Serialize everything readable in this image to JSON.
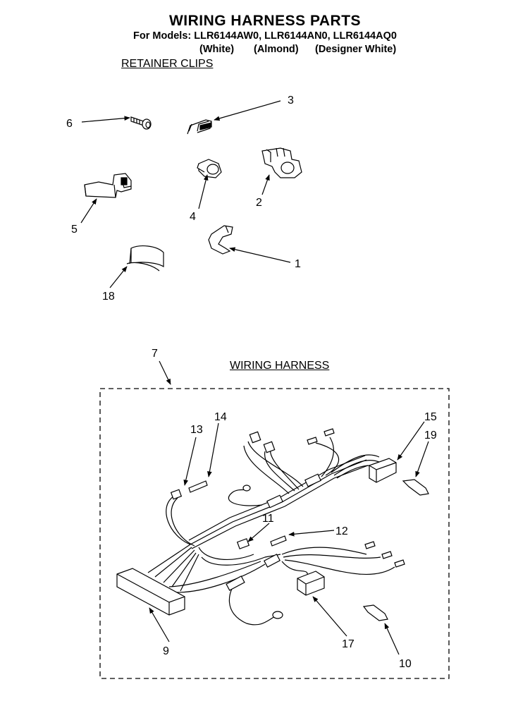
{
  "title": "WIRING HARNESS PARTS",
  "models_line": "For Models: LLR6144AW0, LLR6144AN0, LLR6144AQ0",
  "colors": [
    "(White)",
    "(Almond)",
    "(Designer White)"
  ],
  "section_retainer": "RETAINER CLIPS",
  "section_harness": "WIRING HARNESS",
  "callouts": {
    "c1": "1",
    "c2": "2",
    "c3": "3",
    "c4": "4",
    "c5": "5",
    "c6": "6",
    "c7": "7",
    "c9": "9",
    "c10": "10",
    "c11": "11",
    "c12": "12",
    "c13": "13",
    "c14": "14",
    "c15": "15",
    "c17": "17",
    "c18": "18",
    "c19": "19"
  }
}
